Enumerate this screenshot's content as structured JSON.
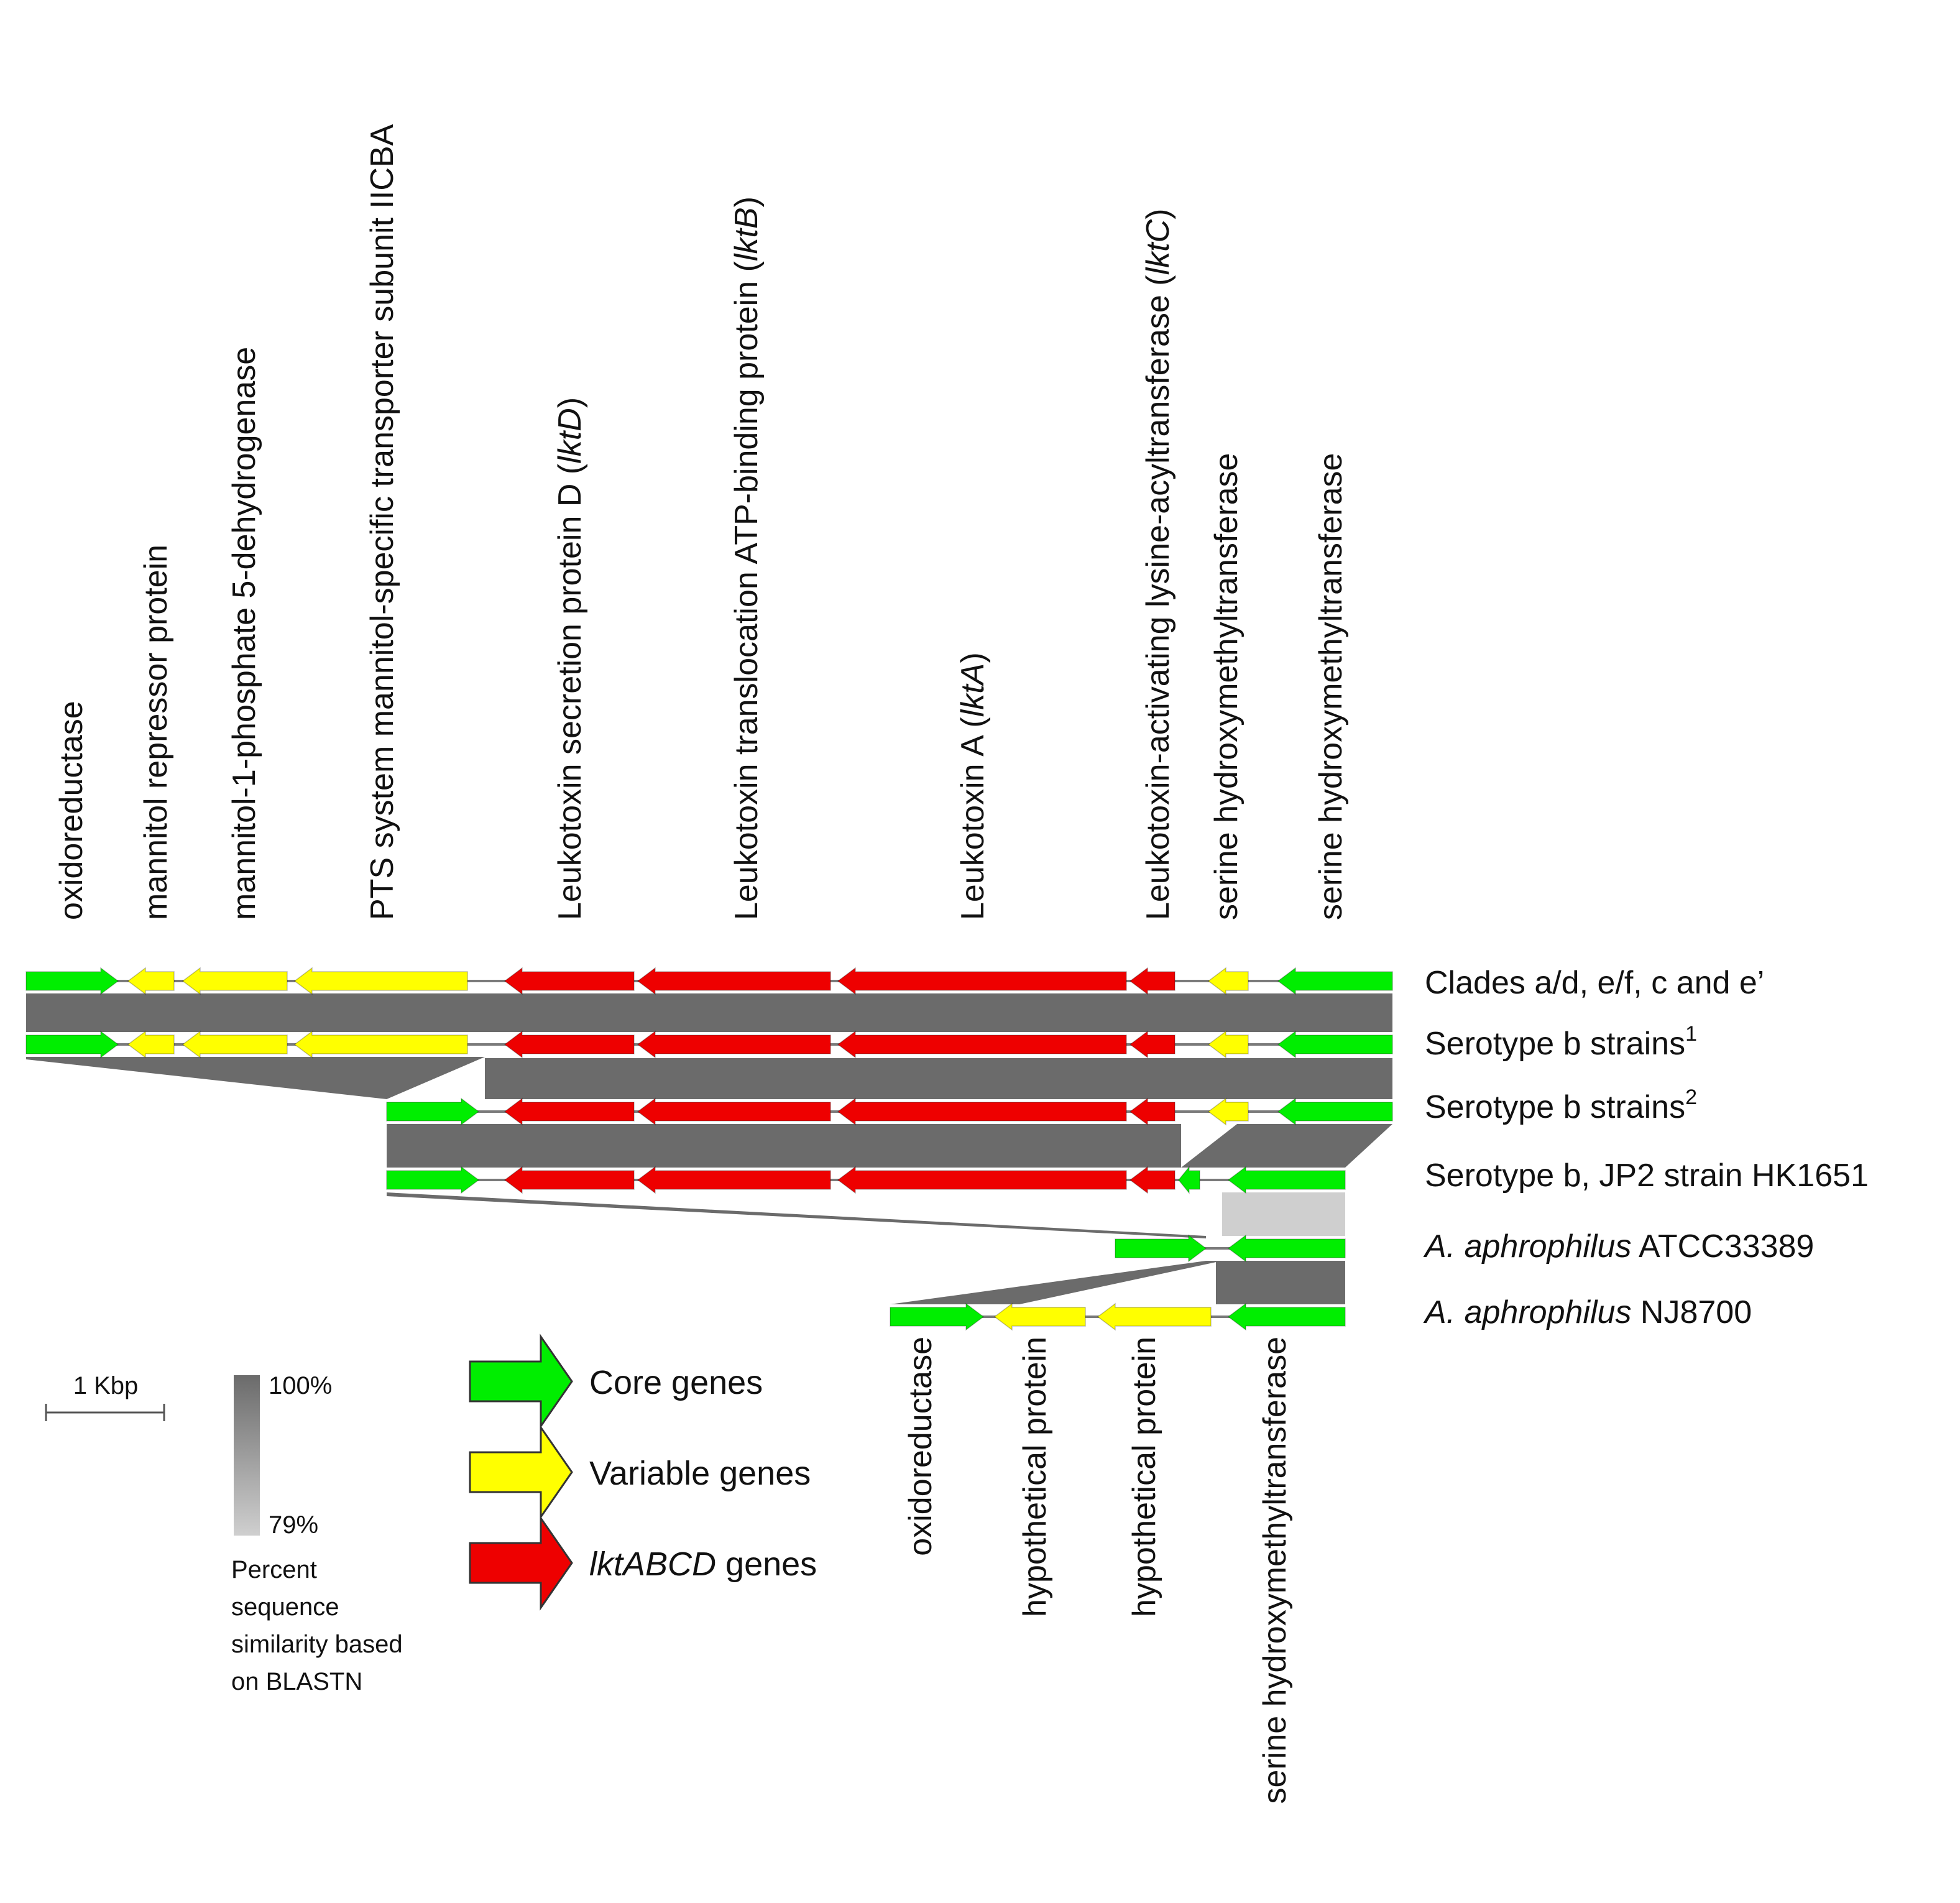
{
  "colors": {
    "core": "#00ee00",
    "variable": "#ffff00",
    "lkt": "#ee0000",
    "similarity_high": "#6b6b6b",
    "similarity_low": "#cfcfcf"
  },
  "top_gene_labels": [
    {
      "id": "oxidoreductase",
      "text": "oxidoreductase"
    },
    {
      "id": "mannitol-repressor",
      "text": "mannitol repressor protein"
    },
    {
      "id": "mannitol-dehydrogenase",
      "text": "mannitol-1-phosphate 5-dehydrogenase"
    },
    {
      "id": "pts-system",
      "text": "PTS system mannitol-specific transporter subunit IICBA"
    },
    {
      "id": "lktD",
      "pre": "Leukotoxin secretion protein D (",
      "italic": "lktD",
      "post": ")"
    },
    {
      "id": "lktB",
      "pre": "Leukotoxin translocation ATP-binding protein (",
      "italic": "lktB",
      "post": ")"
    },
    {
      "id": "lktA",
      "pre": "Leukotoxin A (",
      "italic": "lktA",
      "post": ")"
    },
    {
      "id": "lktC",
      "pre": "Leukotoxin-activating lysine-acyltransferase (",
      "italic": "lktC",
      "post": ")"
    },
    {
      "id": "serine-1",
      "text": "serine hydroxymethyltransferase"
    },
    {
      "id": "serine-2",
      "text": "serine hydroxymethyltransferase"
    }
  ],
  "bottom_gene_labels": [
    {
      "id": "oxidoreductase",
      "text": "oxidoreductase"
    },
    {
      "id": "hypothetical-1",
      "text": "hypothetical protein"
    },
    {
      "id": "hypothetical-2",
      "text": "hypothetical protein"
    },
    {
      "id": "serine",
      "text": "serine hydroxymethyltransferase"
    }
  ],
  "tracks": [
    {
      "id": "clades",
      "label": "Clades a/d, e/f, c and e’",
      "sup": ""
    },
    {
      "id": "serotype-b-1",
      "label": "Serotype b strains",
      "sup": "1"
    },
    {
      "id": "serotype-b-2",
      "label": "Serotype b strains",
      "sup": "2"
    },
    {
      "id": "jp2",
      "label": "Serotype b, JP2 strain HK1651",
      "sup": ""
    },
    {
      "id": "atcc",
      "italic": "A. aphrophilus",
      "rest": " ATCC33389"
    },
    {
      "id": "nj8700",
      "italic": "A. aphrophilus",
      "rest": " NJ8700"
    }
  ],
  "legend": {
    "scale_label": "1 Kbp",
    "gradient_max": "100%",
    "gradient_min": "79%",
    "gradient_caption": [
      "Percent",
      "sequence",
      "similarity based",
      "on BLASTN"
    ],
    "categories": [
      {
        "id": "core",
        "text": "Core genes"
      },
      {
        "id": "variable",
        "text": "Variable genes"
      },
      {
        "id": "lkt",
        "italic": "lktABCD",
        "rest": " genes"
      }
    ]
  }
}
